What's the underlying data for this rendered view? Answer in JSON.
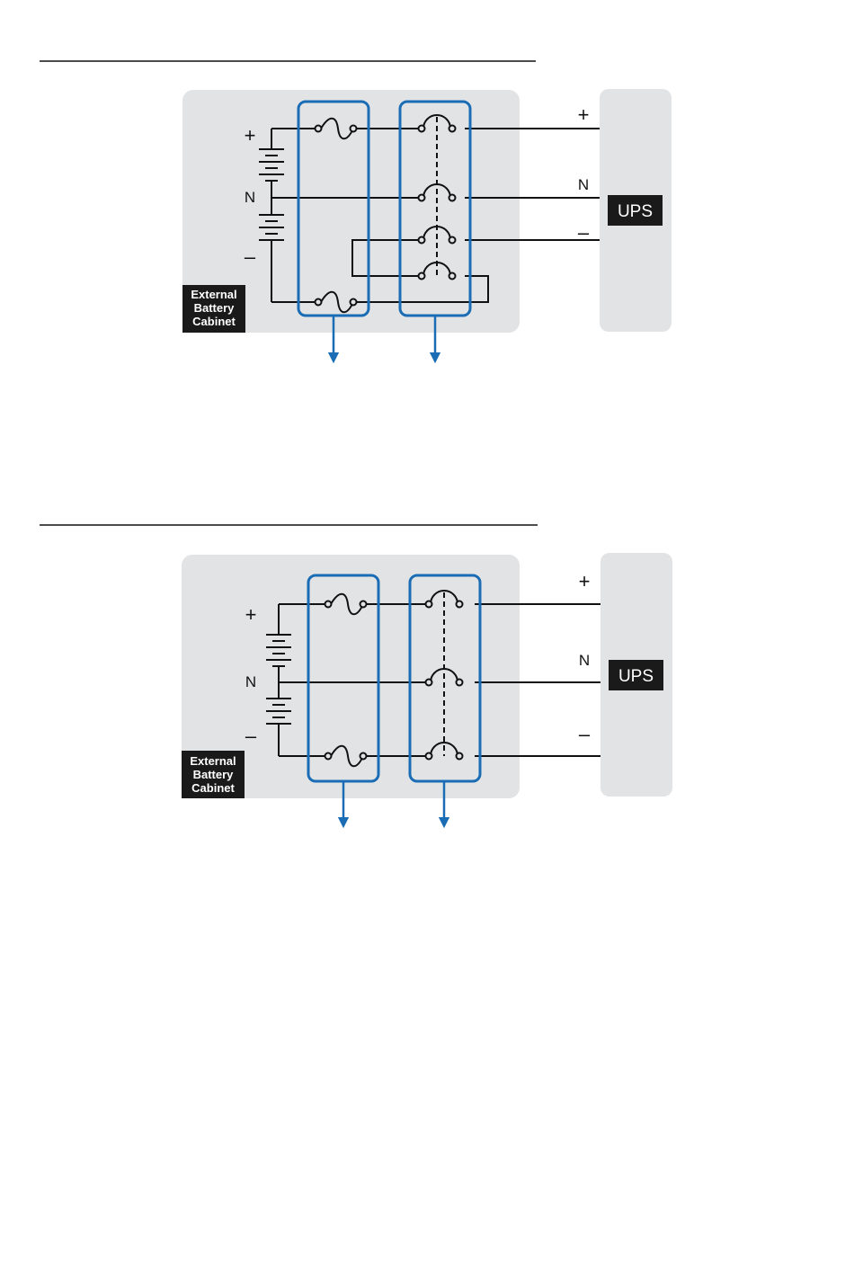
{
  "colors": {
    "cabinet_fill": "#e2e3e5",
    "ups_fill": "#e2e3e5",
    "wire": "#111111",
    "highlight": "#1a6db5",
    "label_bg": "#1a1a1a",
    "label_text": "#ffffff",
    "divider": "#111111"
  },
  "diagrams": [
    {
      "cabinet_label": [
        "External",
        "Battery",
        "Cabinet"
      ],
      "ups_label": "UPS",
      "battery_plus": "+",
      "battery_n": "N",
      "battery_minus": "–",
      "line_plus": "+",
      "line_n": "N",
      "line_minus": "–"
    },
    {
      "cabinet_label": [
        "External",
        "Battery",
        "Cabinet"
      ],
      "ups_label": "UPS",
      "battery_plus": "+",
      "battery_n": "N",
      "battery_minus": "–",
      "line_plus": "+",
      "line_n": "N",
      "line_minus": "–"
    }
  ]
}
